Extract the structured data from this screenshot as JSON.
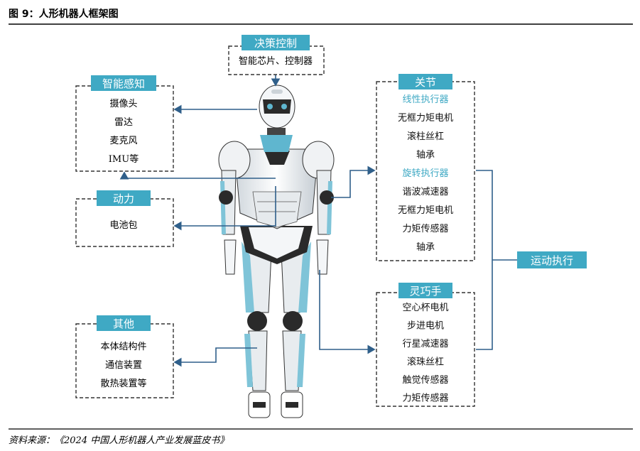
{
  "figure_title": "图 9：人形机器人框架图",
  "source_note": "资料来源：《2024 中国人形机器人产业发展蓝皮书》",
  "colors": {
    "accent": "#3fa9c4",
    "line": "#2f5f8a",
    "box_border": "#333333",
    "text": "#111111",
    "highlight_text": "#3fa9c4"
  },
  "groups": {
    "decision": {
      "title": "决策控制",
      "items": [
        "智能芯片、控制器"
      ]
    },
    "perception": {
      "title": "智能感知",
      "items": [
        "摄像头",
        "雷达",
        "麦克风",
        "IMU等"
      ]
    },
    "power": {
      "title": "动力",
      "items": [
        "电池包"
      ]
    },
    "other": {
      "title": "其他",
      "items": [
        "本体结构件",
        "通信装置",
        "散热装置等"
      ]
    },
    "joint": {
      "title": "关节",
      "items": [
        {
          "text": "线性执行器",
          "highlight": true
        },
        {
          "text": "无框力矩电机",
          "highlight": false
        },
        {
          "text": "滚柱丝杠",
          "highlight": false
        },
        {
          "text": "轴承",
          "highlight": false
        },
        {
          "text": "旋转执行器",
          "highlight": true
        },
        {
          "text": "谐波减速器",
          "highlight": false
        },
        {
          "text": "无框力矩电机",
          "highlight": false
        },
        {
          "text": "力矩传感器",
          "highlight": false
        },
        {
          "text": "轴承",
          "highlight": false
        }
      ]
    },
    "hand": {
      "title": "灵巧手",
      "items": [
        "空心杯电机",
        "步进电机",
        "行星减速器",
        "滚珠丝杠",
        "触觉传感器",
        "力矩传感器"
      ]
    },
    "motion": {
      "title": "运动执行"
    }
  }
}
